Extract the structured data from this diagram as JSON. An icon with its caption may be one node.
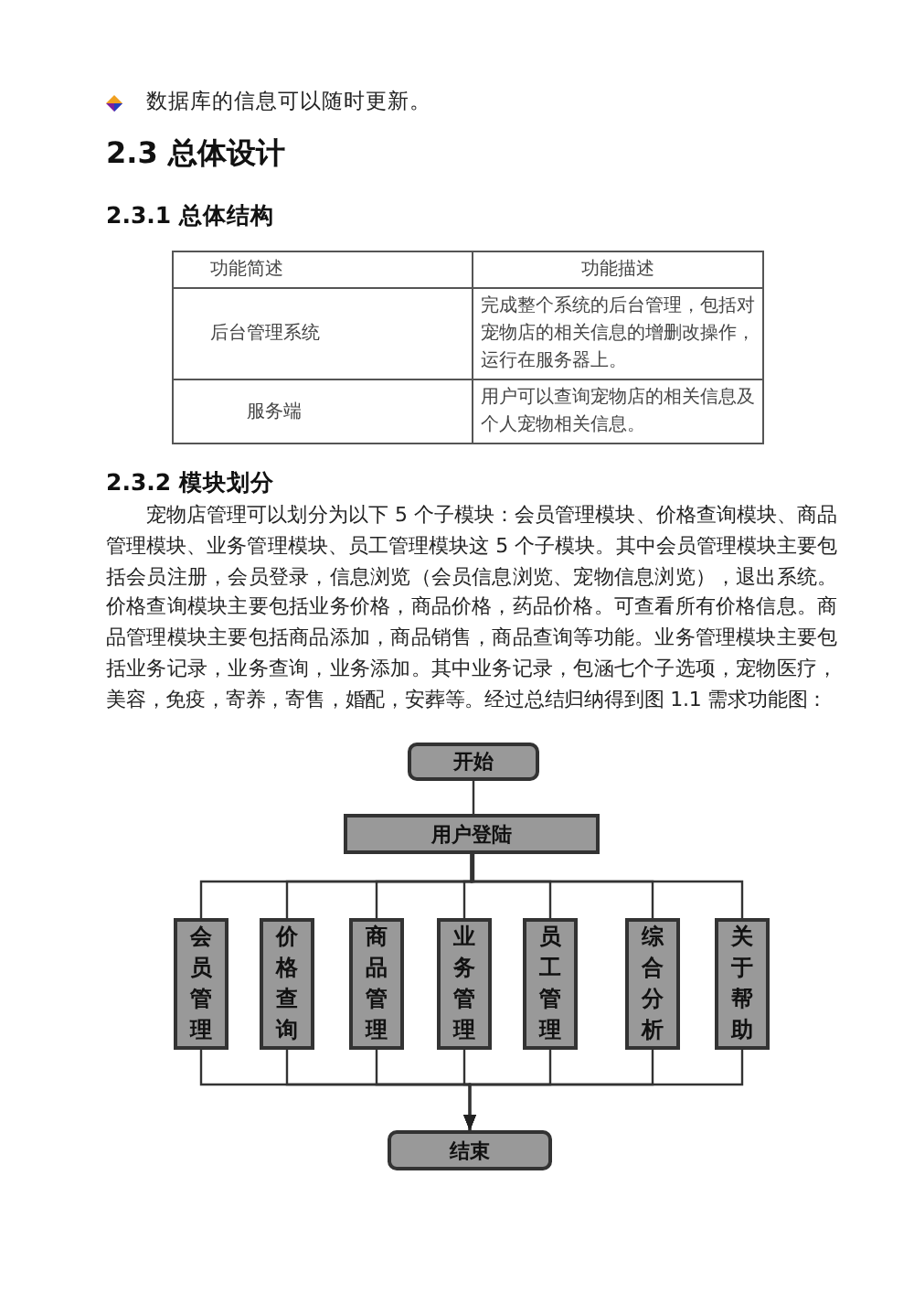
{
  "diagram": {
    "nodes": [
      {
        "text": [
          "开始"
        ]
      },
      {
        "text": [
          "用户登陆"
        ]
      },
      {
        "text": [
          "会员管理"
        ]
      },
      {
        "text": [
          "价格查询"
        ]
      },
      {
        "text": [
          "商品管理"
        ]
      },
      {
        "text": [
          "业务管理"
        ]
      },
      {
        "text": [
          "员工管理"
        ]
      },
      {
        "text": [
          "综合分析"
        ]
      },
      {
        "text": [
          "关于帮助"
        ]
      },
      {
        "text": [
          "结束"
        ]
      }
    ],
    "edges": [
      {
        "from": 0,
        "to": 1,
        "arrow": "to"
      },
      {
        "from": 1,
        "to": 2,
        "arrow": "none"
      },
      {
        "from": 1,
        "to": 3,
        "arrow": "none"
      },
      {
        "from": 1,
        "to": 4,
        "arrow": "none"
      },
      {
        "from": 1,
        "to": 5,
        "arrow": "none"
      },
      {
        "from": 1,
        "to": 6,
        "arrow": "none"
      },
      {
        "from": 1,
        "to": 7,
        "arrow": "none"
      },
      {
        "from": 1,
        "to": 8,
        "arrow": "none"
      },
      {
        "from": 2,
        "to": 9,
        "arrow": "to"
      },
      {
        "from": 3,
        "to": 9,
        "arrow": "to"
      },
      {
        "from": 4,
        "to": 9,
        "arrow": "to"
      },
      {
        "from": 5,
        "to": 9,
        "arrow": "to"
      },
      {
        "from": 6,
        "to": 9,
        "arrow": "to"
      },
      {
        "from": 7,
        "to": 9,
        "arrow": "to"
      },
      {
        "from": 8,
        "to": 9,
        "arrow": "to"
      }
    ],
    "labels": [
      "数据库的信息可以随时更新。",
      "2.3 总体设计",
      "2.3.1 总体结构",
      "功能简述",
      "功能描述",
      "后台管理系统",
      "完成整个系统的后台管理，包括对宠物店的相关信息的增删改操作，运行在服务器上。",
      "服务端",
      "用户可以查询宠物店的相关信息及个人宠物相关信息。",
      "2.3.2 模块划分",
      "宠物店管理可以划分为以下 5 个子模块：会员管理模块、价格查询模块、商品管理模块、业务管理模块、员工管理模块这 5 个子模块。其中会员管理模块主要包括会员注册，会员登录，信息浏览（会员信息浏览、宠物信息浏览），退出系统。价格查询模块主要包括业务价格，商品价格，药品价格。可查看所有价格信息。商品管理模块主要包括商品添加，商品销售，商品查询等功能。业务管理模块主要包括业务记录，业务查询，业务添加。其中业务记录，包涵七个子选项，宠物医疗，美容，免疫，寄养，寄售，婚配，安葬等。经过总结归纳得到图 1.1 需求功能图："
    ]
  }
}
